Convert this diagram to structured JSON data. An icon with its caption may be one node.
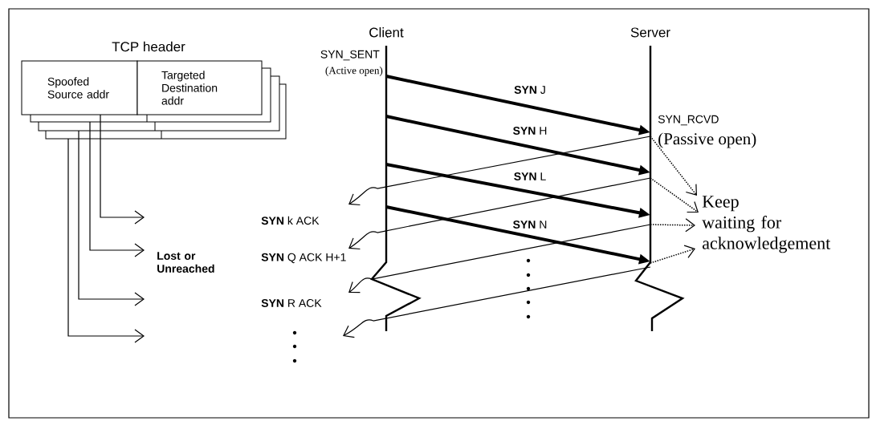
{
  "diagram": {
    "nodes": [
      {
        "text": [
          "Client"
        ],
        "beside": [
          "SYN_SENT",
          "(Active open)"
        ]
      },
      {
        "text": [
          "Server"
        ],
        "beside": [
          "SYN_RCVD",
          "(Passive open)"
        ]
      },
      {
        "text": [
          "Spoofed Source addr"
        ]
      },
      {
        "text": [
          "Targeted Destination addr"
        ]
      },
      {
        "text": [
          "Keep waiting for acknowledgement"
        ]
      },
      {
        "text": [
          "Lost or Unreached"
        ]
      }
    ],
    "edges": [
      {
        "from": 0,
        "to": 1,
        "arrow": "to",
        "label": "**SYN** J",
        "style": "thick"
      },
      {
        "from": 0,
        "to": 1,
        "arrow": "to",
        "label": "**SYN** H",
        "style": "thick"
      },
      {
        "from": 0,
        "to": 1,
        "arrow": "to",
        "label": "**SYN** L",
        "style": "thick"
      },
      {
        "from": 0,
        "to": 1,
        "arrow": "to",
        "label": "**SYN** N",
        "style": "thick"
      },
      {
        "from": 1,
        "to": 0,
        "arrow": "to",
        "label": "**SYN** k ACK"
      },
      {
        "from": 1,
        "to": 0,
        "arrow": "to",
        "label": "**SYN** Q ACK H+1"
      },
      {
        "from": 1,
        "to": 0,
        "arrow": "to",
        "label": "**SYN** R ACK"
      },
      {
        "from": 1,
        "to": 0,
        "arrow": "to"
      },
      {
        "from": 1,
        "to": 4,
        "arrow": "to",
        "style": "dashed"
      },
      {
        "from": 1,
        "to": 4,
        "arrow": "to",
        "style": "dashed"
      },
      {
        "from": 1,
        "to": 4,
        "arrow": "to",
        "style": "dashed"
      },
      {
        "from": 1,
        "to": 4,
        "arrow": "to",
        "style": "dashed"
      },
      {
        "from": 2,
        "to": null,
        "arrow": "to"
      },
      {
        "from": 2,
        "to": 5,
        "arrow": "to"
      },
      {
        "from": 2,
        "to": null,
        "arrow": "to"
      },
      {
        "from": 2,
        "to": null,
        "arrow": "to"
      }
    ],
    "labels": [
      "TCP header"
    ]
  }
}
